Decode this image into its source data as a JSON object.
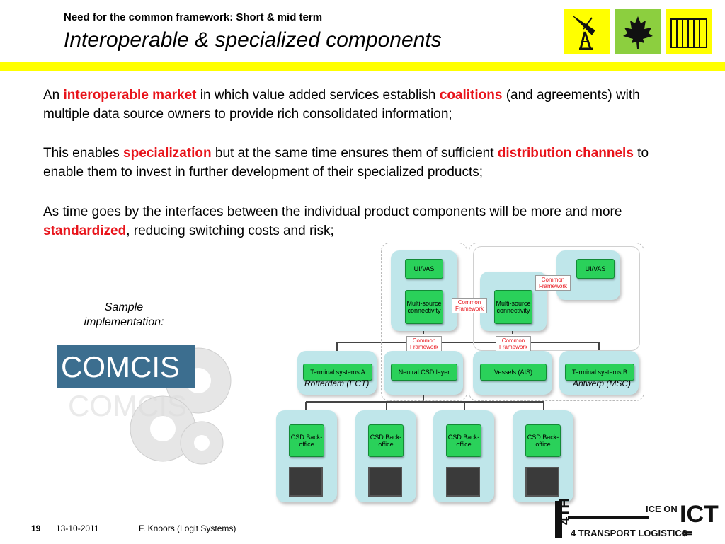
{
  "header": {
    "supertitle": "Need for the common framework: Short & mid term",
    "title": "Interoperable & specialized components",
    "tiles": [
      {
        "icon": "satellite-dish-icon",
        "color": "#ffff00"
      },
      {
        "icon": "maple-leaf-icon",
        "color": "#8ccf3f"
      },
      {
        "icon": "shipping-container-icon",
        "color": "#ffff00"
      }
    ]
  },
  "paragraphs": {
    "p1": {
      "t1": "An ",
      "h1": "interoperable market",
      "t2": " in which value added services establish ",
      "h2": "coalitions",
      "t3": " (and agreements) with multiple data source owners to provide rich consolidated information;"
    },
    "p2": {
      "t1": "This enables ",
      "h1": "specialization",
      "t2": " but at the same time ensures them of sufficient ",
      "h2": "distribution channels",
      "t3": " to enable them to invest in further development of their specialized products;"
    },
    "p3": {
      "t1": "As time goes by the interfaces between the individual product components will be more and more ",
      "h1": "standardized",
      "t2": ", reducing switching costs and risk;"
    }
  },
  "sample": {
    "label": "Sample implementation:",
    "logo_text": "COMCIS"
  },
  "diagram": {
    "uivas_left": "UI/VAS",
    "uivas_right": "UI/VAS",
    "ms_left": "Multi-source connectivity",
    "ms_right": "Multi-source connectivity",
    "cf": "Common Framework",
    "row": [
      "Terminal systems A",
      "Neutral CSD layer",
      "Vessels (AIS)",
      "Terminal systems B"
    ],
    "loc_a": "Rotterdam (ECT)",
    "loc_b": "Antwerp (MSC)",
    "backoffice": [
      "CSD Back-office",
      "CSD Back-office",
      "CSD Back-office",
      "CSD Back-office"
    ]
  },
  "footer": {
    "page": "19",
    "date": "13-10-2011",
    "author": "F. Knoors (Logit Systems)"
  },
  "logo": {
    "line1": "ICE ON",
    "ict": "ICT",
    "line2": "4 TRANSPORT LOGISTICS",
    "th": "4TH"
  },
  "colors": {
    "accent": "#e8141b",
    "bar": "#ffff00",
    "node_green": "#2ad15a",
    "tile_bg": "#bfe6ea"
  }
}
